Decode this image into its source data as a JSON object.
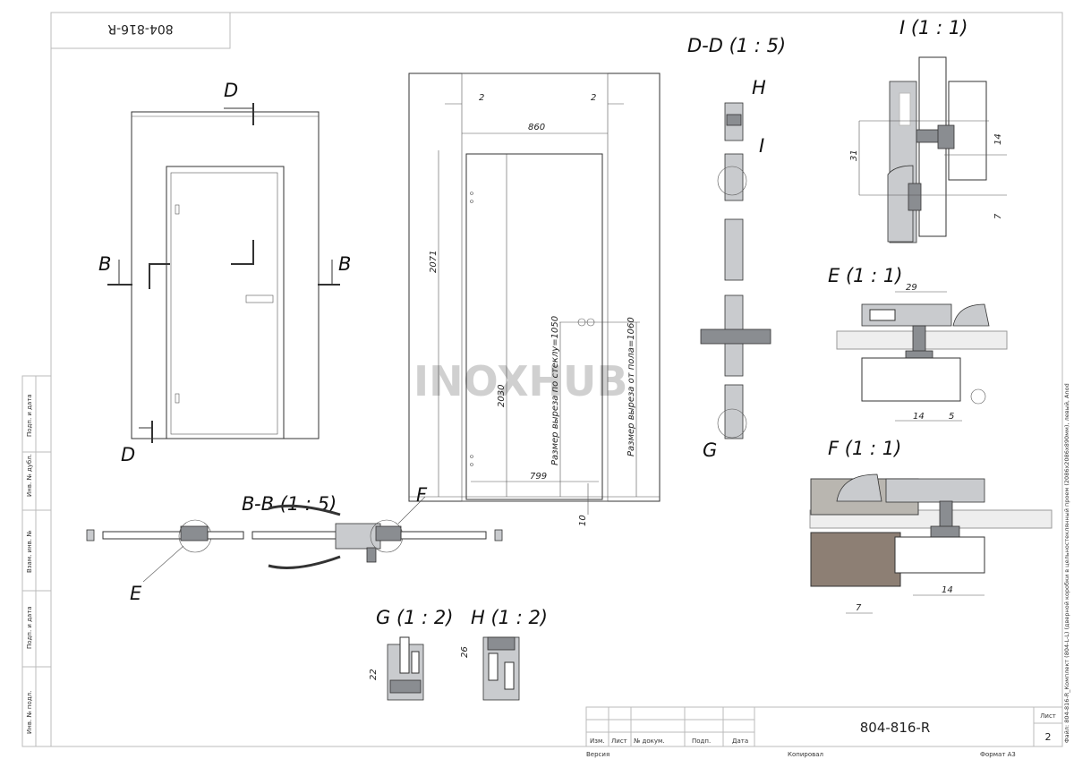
{
  "drawing_number": "804-816-R",
  "sheet_label": "Лист",
  "sheet_number": "2",
  "watermark": "INOXHUB",
  "file_caption": "Файл: 804-816-R_Комплект (804-L-L) (дверной коробки в цельностеклянный проем (2086x2086x890мм), левый, Anod",
  "title_block": {
    "columns": [
      "Изм.",
      "Лист",
      "№ докум.",
      "Подп.",
      "Дата"
    ],
    "version": "Версия",
    "copied": "Копировал",
    "format": "Формат А3"
  },
  "stamp_column": [
    "Подп. и дата",
    "Инв. № дубл.",
    "Взам. инв. №",
    "Подп. и дата",
    "Инв. № подл."
  ],
  "views": {
    "dd": "D-D (1 : 5)",
    "bb": "B-B (1 : 5)",
    "i": "I (1 : 1)",
    "e": "E (1 : 1)",
    "f": "F (1 : 1)",
    "g": "G (1 : 2)",
    "h": "H (1 : 2)"
  },
  "markers": {
    "d": "D",
    "b": "B",
    "e": "E",
    "f": "F",
    "g": "G",
    "h": "H",
    "i": "I"
  },
  "dimensions": {
    "gap_left": "2",
    "gap_right": "2",
    "width_860": "860",
    "height_2071": "2071",
    "height_2030": "2030",
    "width_799": "799",
    "bottom_10": "10",
    "cut_glass": "Размер выреза по стеклу=1050",
    "cut_floor": "Размер выреза от пола=1060",
    "i_31": "31",
    "i_14": "14",
    "i_7": "7",
    "e_29": "29",
    "e_14": "14",
    "e_5": "5",
    "f_14": "14",
    "f_7": "7",
    "g_22": "22",
    "h_26": "26"
  }
}
